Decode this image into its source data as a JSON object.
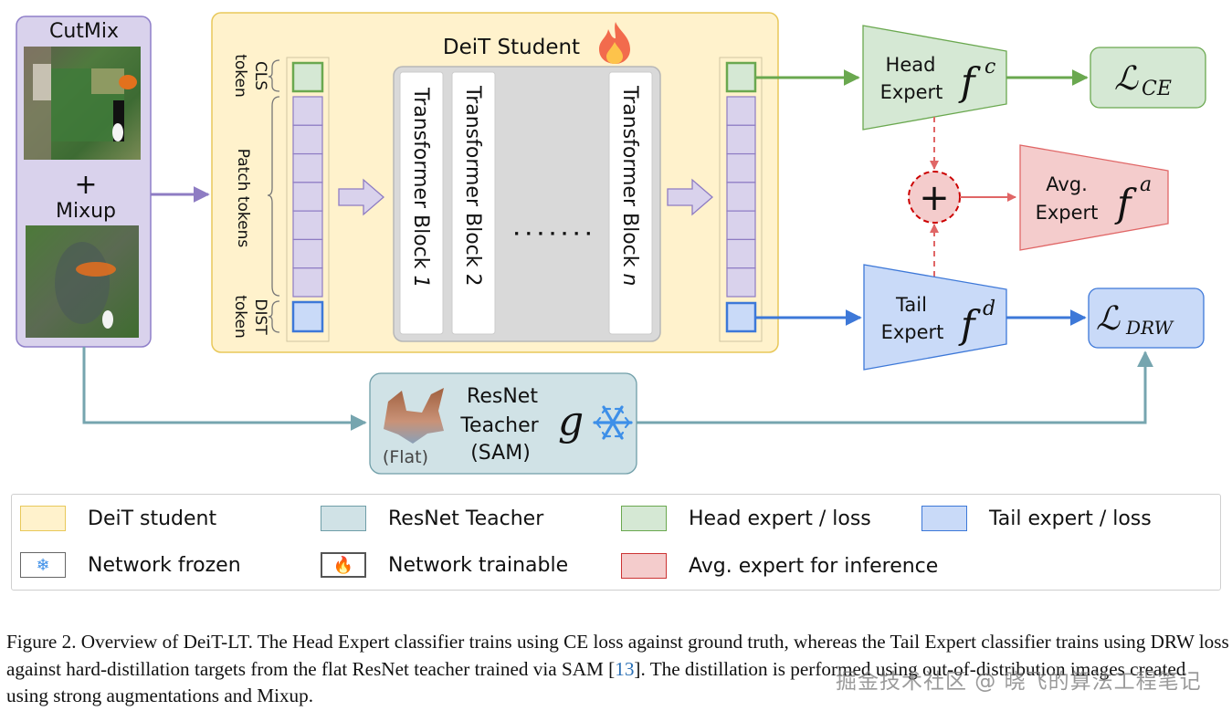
{
  "colors": {
    "mix_fill": "#d9d2ec",
    "mix_stroke": "#8f7fc9",
    "student_fill": "#fff2cc",
    "student_stroke": "#e8c85a",
    "teacher_fill": "#d0e2e6",
    "teacher_stroke": "#6f9ea8",
    "head_fill": "#d5e8d4",
    "head_stroke": "#6aa84f",
    "tail_fill": "#c9daf8",
    "tail_stroke": "#3d78d8",
    "avg_fill": "#f4cccc",
    "avg_stroke": "#e06666",
    "avg_circle_stroke": "#cc0000",
    "block_group_fill": "#d9d9d9",
    "patch_fill": "#d9d2ec",
    "patch_stroke": "#8e7cc3",
    "teal_arrow": "#76a5af",
    "purple_arrow": "#8e7cc3"
  },
  "augmentation": {
    "cutmix_label": "CutMix",
    "plus_sign": "+",
    "mixup_label": "Mixup"
  },
  "student": {
    "title": "DeiT Student",
    "trainable_icon": "fire-icon",
    "cls_label": [
      "CLS",
      "token"
    ],
    "patch_label": "Patch tokens",
    "dist_label": [
      "DIST",
      "token"
    ],
    "patch_token_count": 7,
    "blocks": [
      {
        "label": "Transformer Block ",
        "index": "1"
      },
      {
        "label": "Transformer Block ",
        "index": "2"
      },
      {
        "label": "Transformer Block ",
        "index": "n"
      }
    ],
    "ellipsis": "· · · · · · ·"
  },
  "experts": {
    "head": {
      "line1": "Head",
      "line2": "Expert",
      "symbol": "f",
      "sup": "c"
    },
    "avg": {
      "line1": "Avg.",
      "line2": "Expert",
      "symbol": "f",
      "sup": "a"
    },
    "tail": {
      "line1": "Tail",
      "line2": "Expert",
      "symbol": "f",
      "sup": "d"
    },
    "sum_symbol": "+"
  },
  "losses": {
    "ce": {
      "symbol": "ℒ",
      "sub": "CE"
    },
    "drw": {
      "symbol": "ℒ",
      "sub": "DRW"
    }
  },
  "teacher": {
    "line1": "ResNet",
    "line2": "Teacher",
    "line3": "(SAM)",
    "flat_label": "(Flat)",
    "symbol": "g",
    "frozen_icon": "snowflake-icon"
  },
  "legend": [
    {
      "label": "DeiT student",
      "type": "student"
    },
    {
      "label": "ResNet Teacher",
      "type": "teacher"
    },
    {
      "label": "Head expert / loss",
      "type": "head"
    },
    {
      "label": "Tail expert / loss",
      "type": "tail"
    },
    {
      "label": "Network frozen",
      "type": "frozen",
      "icon": "❄"
    },
    {
      "label": "Network trainable",
      "type": "trainable",
      "icon": "🔥"
    },
    {
      "label": "Avg. expert for inference",
      "type": "avg"
    }
  ],
  "caption": {
    "text_before_ref": "Figure 2. Overview of DeiT-LT. The Head Expert classifier trains using CE loss against ground truth, whereas the Tail Expert classifier trains using DRW loss against hard-distillation targets from the flat ResNet teacher trained via SAM [",
    "ref": "13",
    "text_after_ref": "]. The distillation is performed using out-of-distribution images created using strong augmentations and Mixup."
  },
  "watermark": "掘金技术社区 @ 晓飞的算法工程笔记"
}
